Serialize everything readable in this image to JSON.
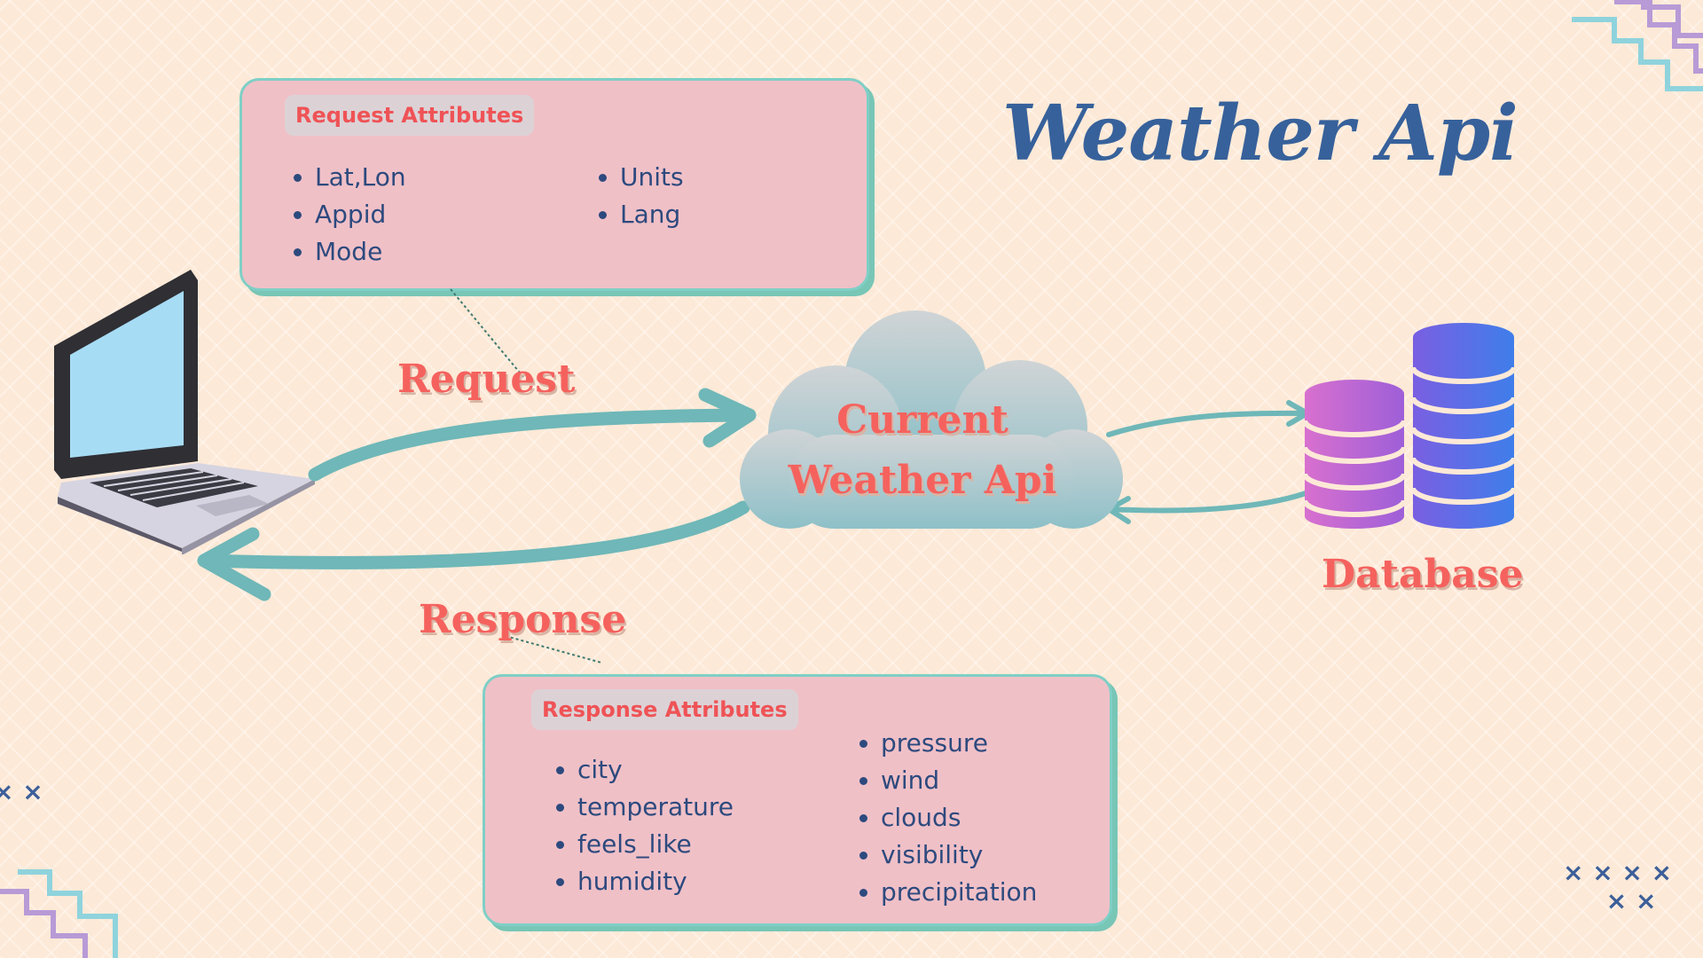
{
  "title": "Weather Api",
  "request_box": {
    "heading": "Request Attributes",
    "col1": [
      "Lat,Lon",
      "Appid",
      "Mode"
    ],
    "col2": [
      "Units",
      "Lang"
    ]
  },
  "response_box": {
    "heading": "Response Attributes",
    "col1": [
      "city",
      "temperature",
      "feels_like",
      "humidity"
    ],
    "col2": [
      "pressure",
      "wind",
      "clouds",
      "visibility",
      "precipitation"
    ]
  },
  "labels": {
    "request": "Request",
    "response": "Response",
    "cloud_line1": "Current",
    "cloud_line2": "Weather Api",
    "database": "Database"
  },
  "colors": {
    "arrow": "#6fb7b8",
    "label": "#f5625e",
    "title": "#37619b",
    "box": "#f0c0c7"
  },
  "icons": [
    "laptop-icon",
    "cloud-icon",
    "database-icon"
  ]
}
